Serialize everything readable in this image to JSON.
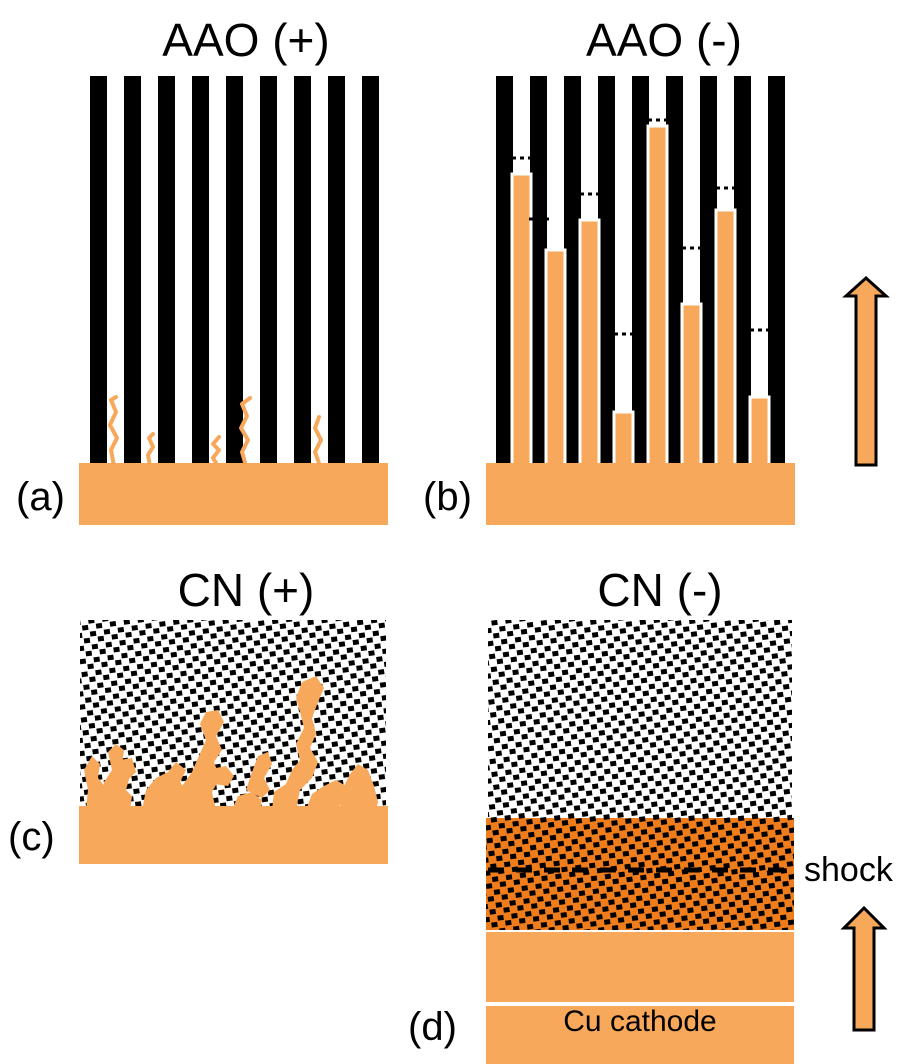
{
  "panels": {
    "a": {
      "title": "AAO (+)",
      "label": "(a)"
    },
    "b": {
      "title": "AAO (-)",
      "label": "(b)"
    },
    "c": {
      "title": "CN (+)",
      "label": "(c)"
    },
    "d": {
      "title": "CN (-)",
      "label": "(d)",
      "shock_label": "shock",
      "cathode_label": "Cu cathode"
    }
  },
  "colors": {
    "copper": "#f8a85a",
    "membrane": "#000000",
    "deposit_dark": "#e6741f",
    "background": "#ffffff"
  },
  "icons": [
    "growth-arrow-icon",
    "growth-arrow-short-icon"
  ]
}
